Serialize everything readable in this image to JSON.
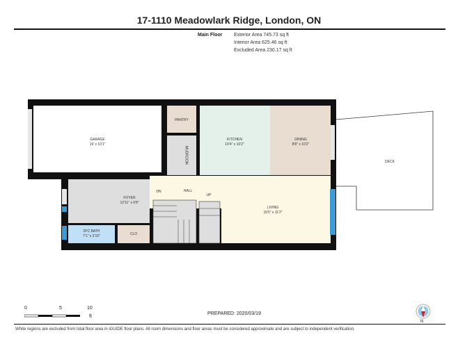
{
  "title": "17-1110 Meadowlark Ridge, London, ON",
  "floor": {
    "label": "Main Floor",
    "exterior_area": "Exterior Area 745.73 sq ft",
    "interior_area": "Interior Area 625.46 sq ft",
    "excluded_area": "Excluded Area 230.17 sq ft"
  },
  "rooms": {
    "garage": {
      "name": "GARAGE",
      "dims": "19' x 10'1\""
    },
    "pantry": {
      "name": "PANTRY"
    },
    "mudroom": {
      "name": "MUDROOM"
    },
    "kitchen": {
      "name": "KITCHEN",
      "dims": "10'4\" x 10'2\""
    },
    "dining": {
      "name": "DINING",
      "dims": "8'8\" x 10'2\""
    },
    "deck": {
      "name": "DECK"
    },
    "foyer": {
      "name": "FOYER",
      "dims": "12'11\" x 6'8\""
    },
    "hall": {
      "name": "HALL"
    },
    "living": {
      "name": "LIVING",
      "dims": "16'5\" x 11'2\""
    },
    "bath": {
      "name": "2PC BATH",
      "dims": "7'1\" x 2'10\""
    },
    "closet": {
      "name": "CLO"
    },
    "stairs_down": "DN",
    "stairs_up": "UP"
  },
  "scale": {
    "ticks": [
      "0",
      "5",
      "10"
    ],
    "unit": "ft"
  },
  "prepared": "PREPARED: 2020/03/19",
  "north_label": "N",
  "footnote": "White regions are excluded from total floor area in iGUIDE floor plans. All room dimensions and floor areas must be considered approximate and are subject to independent verification.",
  "colors": {
    "kitchen": "#e4f1ea",
    "dining": "#e8ddd0",
    "living": "#fdf8e4",
    "foyer": "#dedede",
    "bath": "#bfe0f6",
    "window": "#3a9bd5"
  }
}
